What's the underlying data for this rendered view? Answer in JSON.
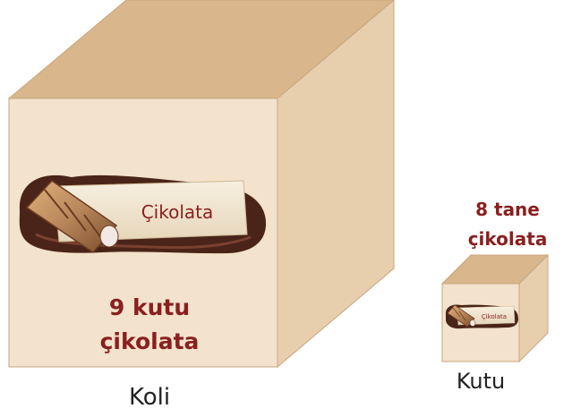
{
  "large_box": {
    "content_label": "Çikolata",
    "quantity_line1": "9 kutu",
    "quantity_line2": "çikolata",
    "caption": "Koli"
  },
  "small_box": {
    "content_label": "Çikolata",
    "quantity_line1": "8 tane",
    "quantity_line2": "çikolata",
    "caption": "Kutu"
  },
  "colors": {
    "box_front": "#f3e2cc",
    "box_top": "#d9b68c",
    "box_side": "#e7cfae",
    "box_edge": "#c9a67e",
    "text_accent": "#8a1f1f",
    "text_dark": "#222222",
    "chocolate_dark": "#4a2418",
    "chocolate_milk": "#b8865a",
    "label_paper": "#f1e6d2"
  }
}
